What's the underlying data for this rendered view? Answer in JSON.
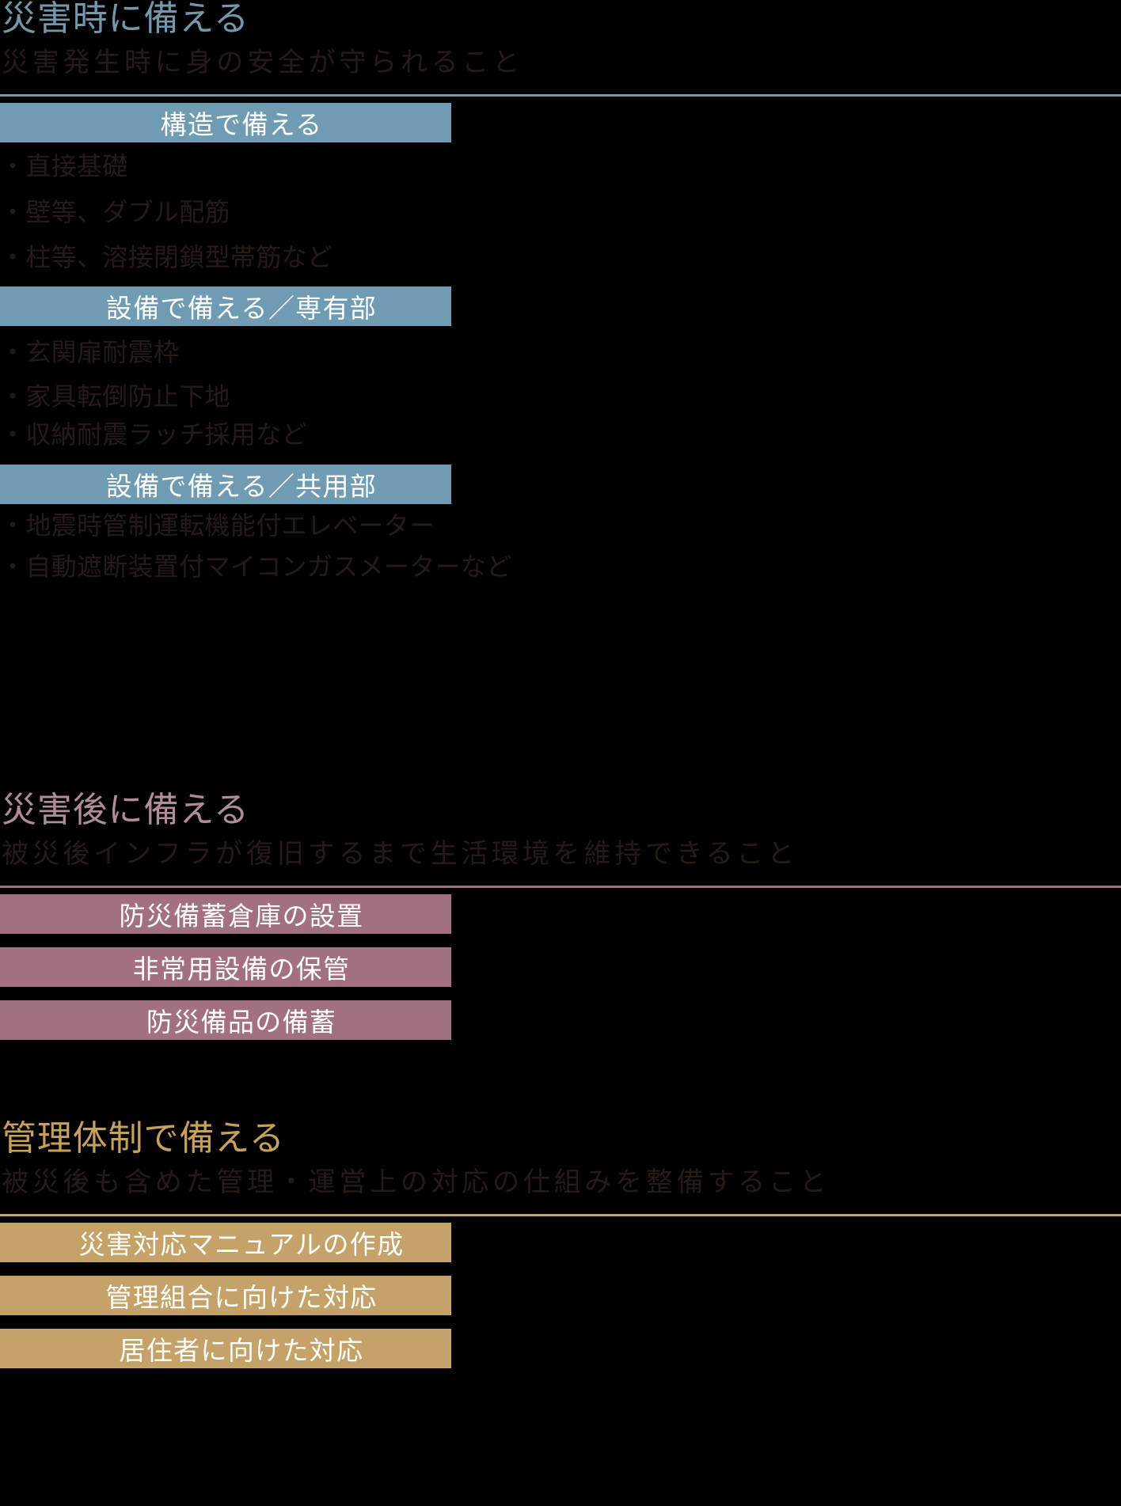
{
  "page": {
    "background": "#000000"
  },
  "sections": [
    {
      "id": "disaster-time",
      "title": "災害時に備える",
      "subtitle": "災害発生時に身の安全が守られること",
      "accent": "#7397ab",
      "bar_color": "#6f9cb3",
      "groups": [
        {
          "bar_label": "構造で備える",
          "items": [
            "・直接基礎",
            "・壁等、ダブル配筋",
            "・柱等、溶接閉鎖型帯筋など"
          ]
        },
        {
          "bar_label": "設備で備える／専有部",
          "items": [
            "・玄関扉耐震枠",
            "・家具転倒防止下地",
            "・収納耐震ラッチ採用など"
          ]
        },
        {
          "bar_label": "設備で備える／共用部",
          "items": [
            "・地震時管制運転機能付エレベーター",
            "・自動遮断装置付マイコンガスメーターなど"
          ]
        }
      ]
    },
    {
      "id": "after-disaster",
      "title": "災害後に備える",
      "subtitle": "被災後インフラが復旧するまで生活環境を維持できること",
      "accent": "#b28d97",
      "bar_color": "#a3707f",
      "groups": [
        {
          "bar_label": "防災備蓄倉庫の設置",
          "items": []
        },
        {
          "bar_label": "非常用設備の保管",
          "items": []
        },
        {
          "bar_label": "防災備品の備蓄",
          "items": []
        }
      ]
    },
    {
      "id": "management-system",
      "title": "管理体制で備える",
      "subtitle": "被災後も含めた管理・運営上の対応の仕組みを整備すること",
      "accent": "#c7a05a",
      "bar_color": "#c4a268",
      "groups": [
        {
          "bar_label": "災害対応マニュアルの作成",
          "items": []
        },
        {
          "bar_label": "管理組合に向けた対応",
          "items": []
        },
        {
          "bar_label": "居住者に向けた対応",
          "items": []
        }
      ]
    }
  ]
}
